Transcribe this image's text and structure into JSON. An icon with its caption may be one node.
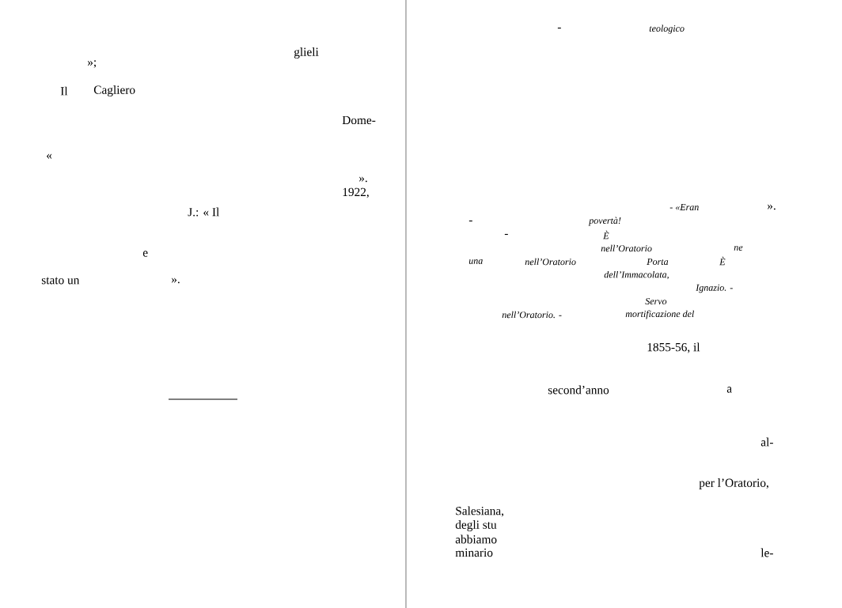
{
  "diagram": {
    "labels": [
      "glieli",
      "»;",
      "Il",
      "Cagliero",
      "Dome-",
      "«",
      "».",
      "1922,",
      "J.: « Il",
      "e",
      "stato un",
      "».",
      "-",
      "teologico",
      "- «Eran",
      "».",
      "-",
      "povertà!",
      "-",
      "È",
      "nell’Oratorio",
      "ne",
      "una",
      "nell’Oratorio",
      "Porta",
      "È",
      "dell’Immacolata,",
      "Ignazio. -",
      "Servo",
      "nell’Oratorio. -",
      "mortificazione del",
      "1855-56, il",
      "second’anno",
      "a",
      "al-",
      "per l’Oratorio,",
      "Salesiana,",
      "degli stu",
      "abbiamo",
      "minario",
      "le-"
    ]
  }
}
